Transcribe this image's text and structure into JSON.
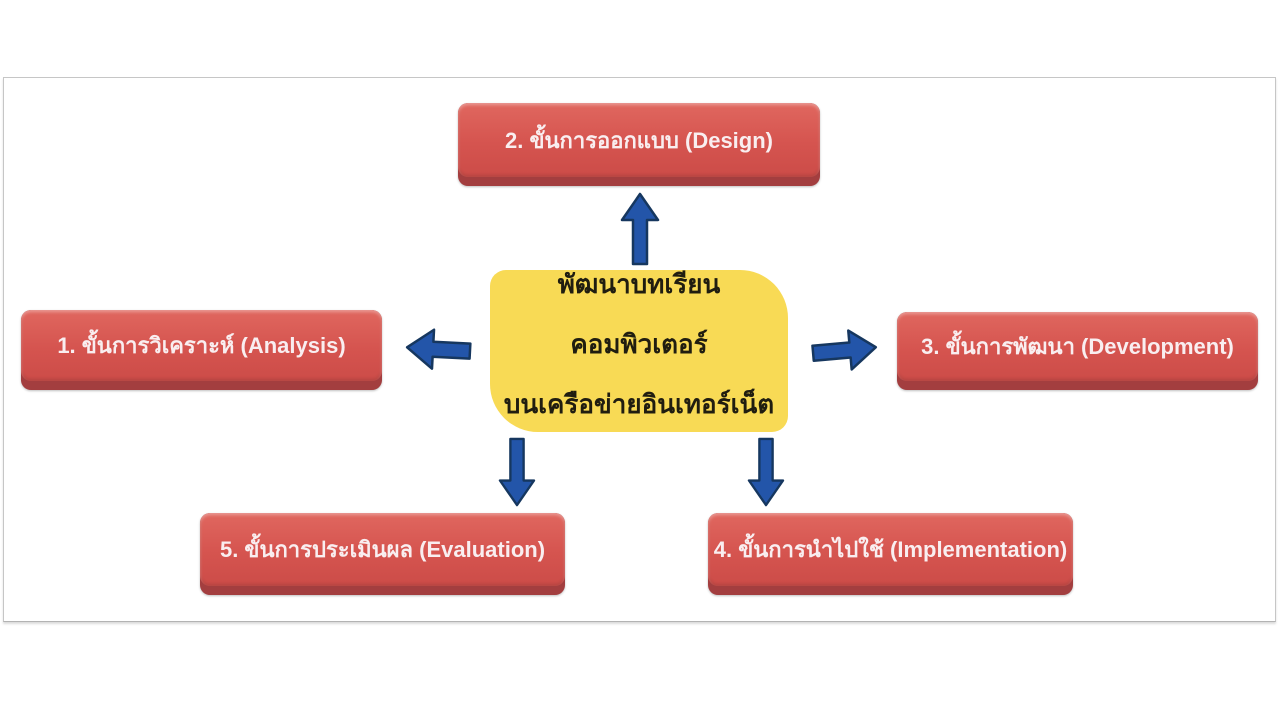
{
  "diagram": {
    "type": "hub-and-spoke",
    "center": {
      "line1": "พัฒนาบทเรียนคอมพิวเตอร์",
      "line2": "บนเครือข่ายอินเทอร์เน็ต"
    },
    "nodes": [
      {
        "id": "analysis",
        "label": "1. ขั้นการวิเคราะห์ (Analysis)"
      },
      {
        "id": "design",
        "label": "2. ขั้นการออกแบบ (Design)"
      },
      {
        "id": "development",
        "label": "3. ขั้นการพัฒนา (Development)"
      },
      {
        "id": "implementation",
        "label": "4. ขั้นการนำไปใช้ (Implementation)"
      },
      {
        "id": "evaluation",
        "label": "5. ขั้นการประเมินผล (Evaluation)"
      }
    ],
    "arrows": [
      {
        "from": "center",
        "to": "design",
        "direction": "up"
      },
      {
        "from": "center",
        "to": "analysis",
        "direction": "left"
      },
      {
        "from": "center",
        "to": "development",
        "direction": "right"
      },
      {
        "from": "center",
        "to": "evaluation",
        "direction": "down-left"
      },
      {
        "from": "center",
        "to": "implementation",
        "direction": "down-right"
      }
    ],
    "colors": {
      "step_box_fill": "#d5544f",
      "step_box_highlight": "#e0675f",
      "step_box_bottom_edge": "#a33e3f",
      "step_box_text": "#f9eef0",
      "center_fill": "#f8da55",
      "center_text": "#201d10",
      "arrow_fill": "#2355a9",
      "arrow_outline": "#16375f",
      "frame_border": "#c6c6c6",
      "background": "#ffffff"
    }
  }
}
